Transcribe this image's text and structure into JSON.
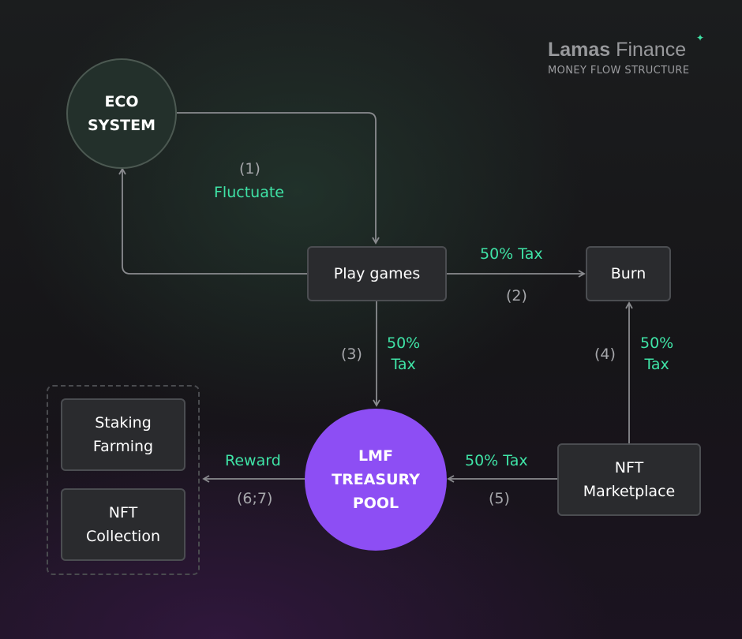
{
  "brand": {
    "name_bold": "Lamas",
    "name_regular": "Finance",
    "subtitle": "MONEY FLOW STRUCTURE"
  },
  "nodes": {
    "eco_system": "ECO\nSYSTEM",
    "play_games": "Play games",
    "burn": "Burn",
    "lmf_pool": "LMF\nTREASURY\nPOOL",
    "nft_marketplace": "NFT\nMarketplace",
    "staking_farming": "Staking\nFarming",
    "nft_collection": "NFT\nCollection"
  },
  "labels": {
    "step1": "(1)",
    "fluctuate": "Fluctuate",
    "tax_play_burn": "50% Tax",
    "step2": "(2)",
    "step3": "(3)",
    "tax_play_pool": "50%\nTax",
    "step4": "(4)",
    "tax_market_burn": "50%\nTax",
    "tax_market_pool": "50% Tax",
    "step5": "(5)",
    "reward": "Reward",
    "step67": "(6;7)"
  },
  "colors": {
    "accent_green": "#3fe3a6",
    "pool_purple": "#8d4ef4",
    "label_grey": "#a6a7ab",
    "box_fill": "#2a2b2e",
    "line": "#8a8b8f"
  }
}
